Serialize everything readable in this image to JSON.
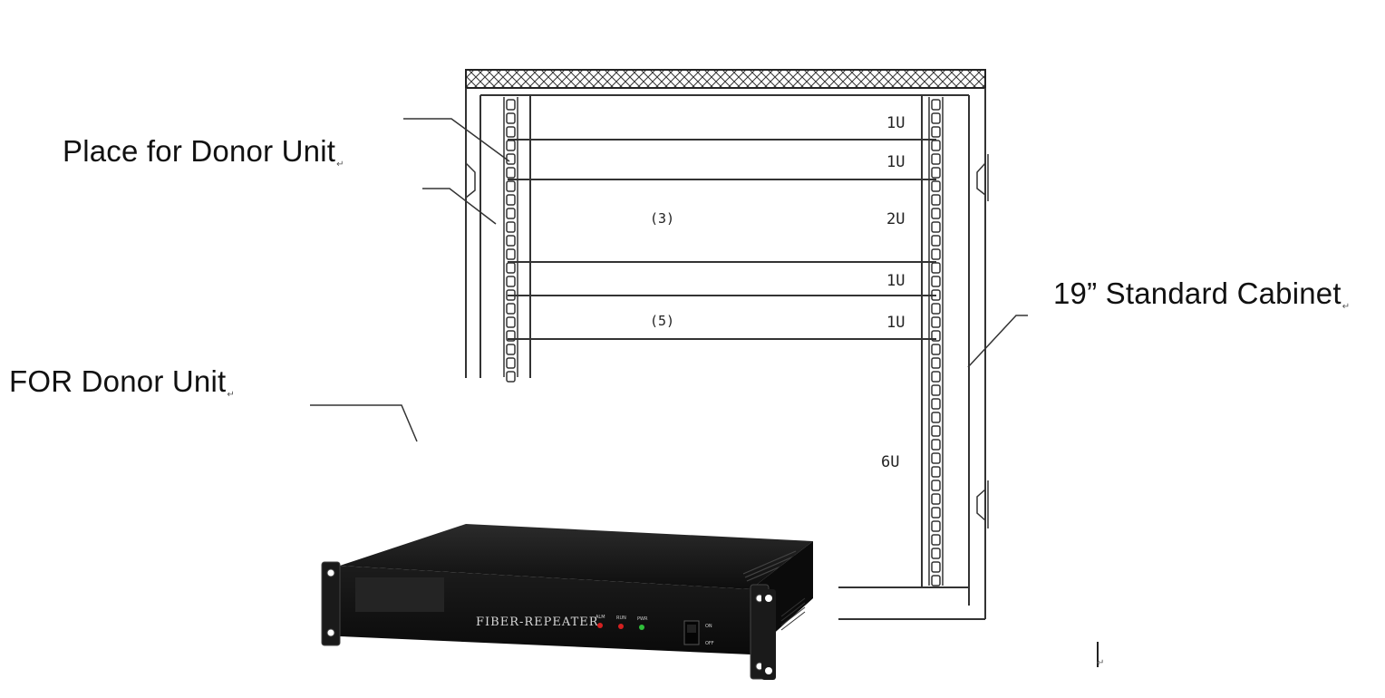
{
  "labels": {
    "donor_place": "Place for Donor Unit",
    "for_donor": "FOR Donor Unit",
    "cabinet": "19” Standard Cabinet",
    "para_mark": "↵"
  },
  "cabinet": {
    "slots": [
      {
        "u": "1U",
        "item": ""
      },
      {
        "u": "1U",
        "item": ""
      },
      {
        "u": "2U",
        "item": "(3)"
      },
      {
        "u": "1U",
        "item": ""
      },
      {
        "u": "1U",
        "item": "(5)"
      },
      {
        "u": "6U",
        "item": ""
      }
    ]
  },
  "device": {
    "brand": "FIBER-REPEATER",
    "indicators": [
      "ALM",
      "RUN",
      "PWR"
    ],
    "switch_on": "ON",
    "switch_off": "OFF",
    "colors": {
      "body": "#161616",
      "led_red": "#d42020",
      "led_green": "#2fbf3a"
    }
  }
}
